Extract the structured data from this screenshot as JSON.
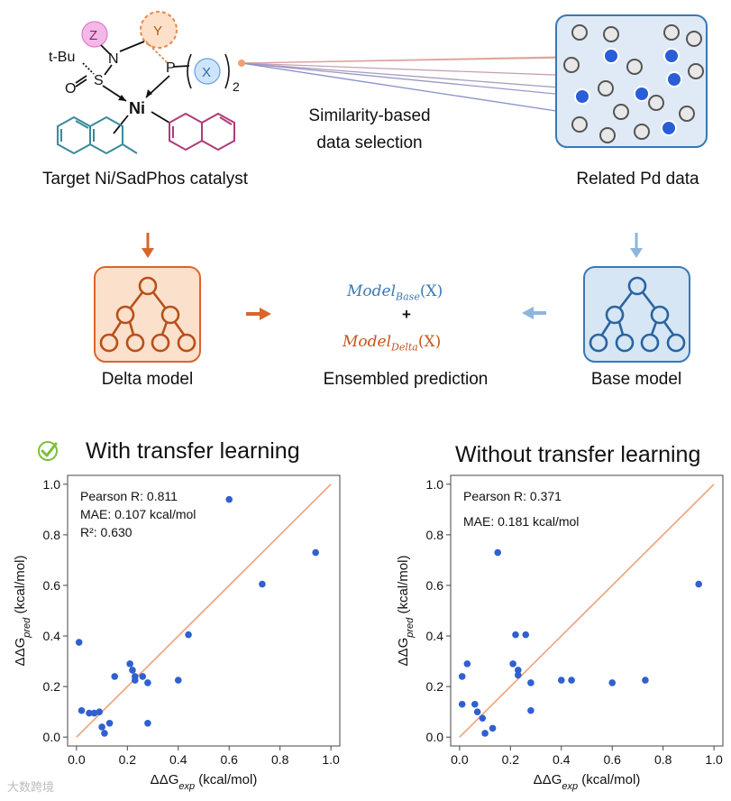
{
  "top": {
    "catalyst": {
      "caption": "Target Ni/SadPhos catalyst",
      "atoms": {
        "z": "Z",
        "y": "Y",
        "x": "X",
        "tbu": "t-Bu",
        "n": "N",
        "s": "S",
        "o": "O",
        "p": "P",
        "ni": "Ni",
        "sub2": "2"
      }
    },
    "selection_text_1": "Similarity-based",
    "selection_text_2": "data selection",
    "pd_caption": "Related Pd data"
  },
  "models": {
    "delta_label": "Delta model",
    "base_label": "Base model",
    "ensemble_label": "Ensembled prediction",
    "formula_base": "Model",
    "formula_base_sub": "Base",
    "formula_arg": "(X)",
    "formula_plus": "+",
    "formula_delta": "Model",
    "formula_delta_sub": "Delta",
    "colors": {
      "delta": "#d9652a",
      "base": "#3a78b5",
      "delta_fill": "#fbe0cc",
      "base_fill": "#d6e6f5"
    }
  },
  "check_icon": "check-circle-icon",
  "watermark": "大数跨境",
  "chart_data": [
    {
      "type": "scatter",
      "title": "With transfer learning",
      "xlabel": "ΔΔG_exp (kcal/mol)",
      "ylabel": "ΔΔG_pred (kcal/mol)",
      "xlim": [
        0,
        1.0
      ],
      "ylim": [
        0,
        1.0
      ],
      "ticks": [
        "0.0",
        "0.2",
        "0.4",
        "0.6",
        "0.8",
        "1.0"
      ],
      "annotations": [
        "Pearson R: 0.811",
        "MAE: 0.107 kcal/mol",
        "R²: 0.630"
      ],
      "diagonal": true,
      "color": "#3060d0",
      "line_color": "#f0a07a",
      "x": [
        0.01,
        0.02,
        0.05,
        0.07,
        0.09,
        0.1,
        0.11,
        0.13,
        0.15,
        0.21,
        0.22,
        0.23,
        0.23,
        0.26,
        0.28,
        0.28,
        0.4,
        0.44,
        0.6,
        0.73,
        0.94
      ],
      "y": [
        0.375,
        0.105,
        0.095,
        0.095,
        0.1,
        0.04,
        0.015,
        0.055,
        0.24,
        0.29,
        0.265,
        0.24,
        0.225,
        0.24,
        0.215,
        0.055,
        0.225,
        0.405,
        0.94,
        0.605,
        0.73
      ]
    },
    {
      "type": "scatter",
      "title": "Without transfer learning",
      "xlabel": "ΔΔG_exp (kcal/mol)",
      "ylabel": "ΔΔG_pred (kcal/mol)",
      "xlim": [
        0,
        1.0
      ],
      "ylim": [
        0,
        1.0
      ],
      "ticks": [
        "0.0",
        "0.2",
        "0.4",
        "0.6",
        "0.8",
        "1.0"
      ],
      "annotations": [
        "Pearson R: 0.371",
        "MAE: 0.181 kcal/mol"
      ],
      "diagonal": true,
      "color": "#3060d0",
      "line_color": "#f0a07a",
      "x": [
        0.01,
        0.01,
        0.03,
        0.06,
        0.07,
        0.09,
        0.1,
        0.13,
        0.15,
        0.21,
        0.22,
        0.23,
        0.23,
        0.26,
        0.28,
        0.28,
        0.4,
        0.44,
        0.6,
        0.73,
        0.94
      ],
      "y": [
        0.24,
        0.13,
        0.29,
        0.13,
        0.1,
        0.075,
        0.015,
        0.035,
        0.73,
        0.29,
        0.405,
        0.245,
        0.265,
        0.405,
        0.215,
        0.105,
        0.225,
        0.225,
        0.215,
        0.225,
        0.605
      ]
    }
  ]
}
